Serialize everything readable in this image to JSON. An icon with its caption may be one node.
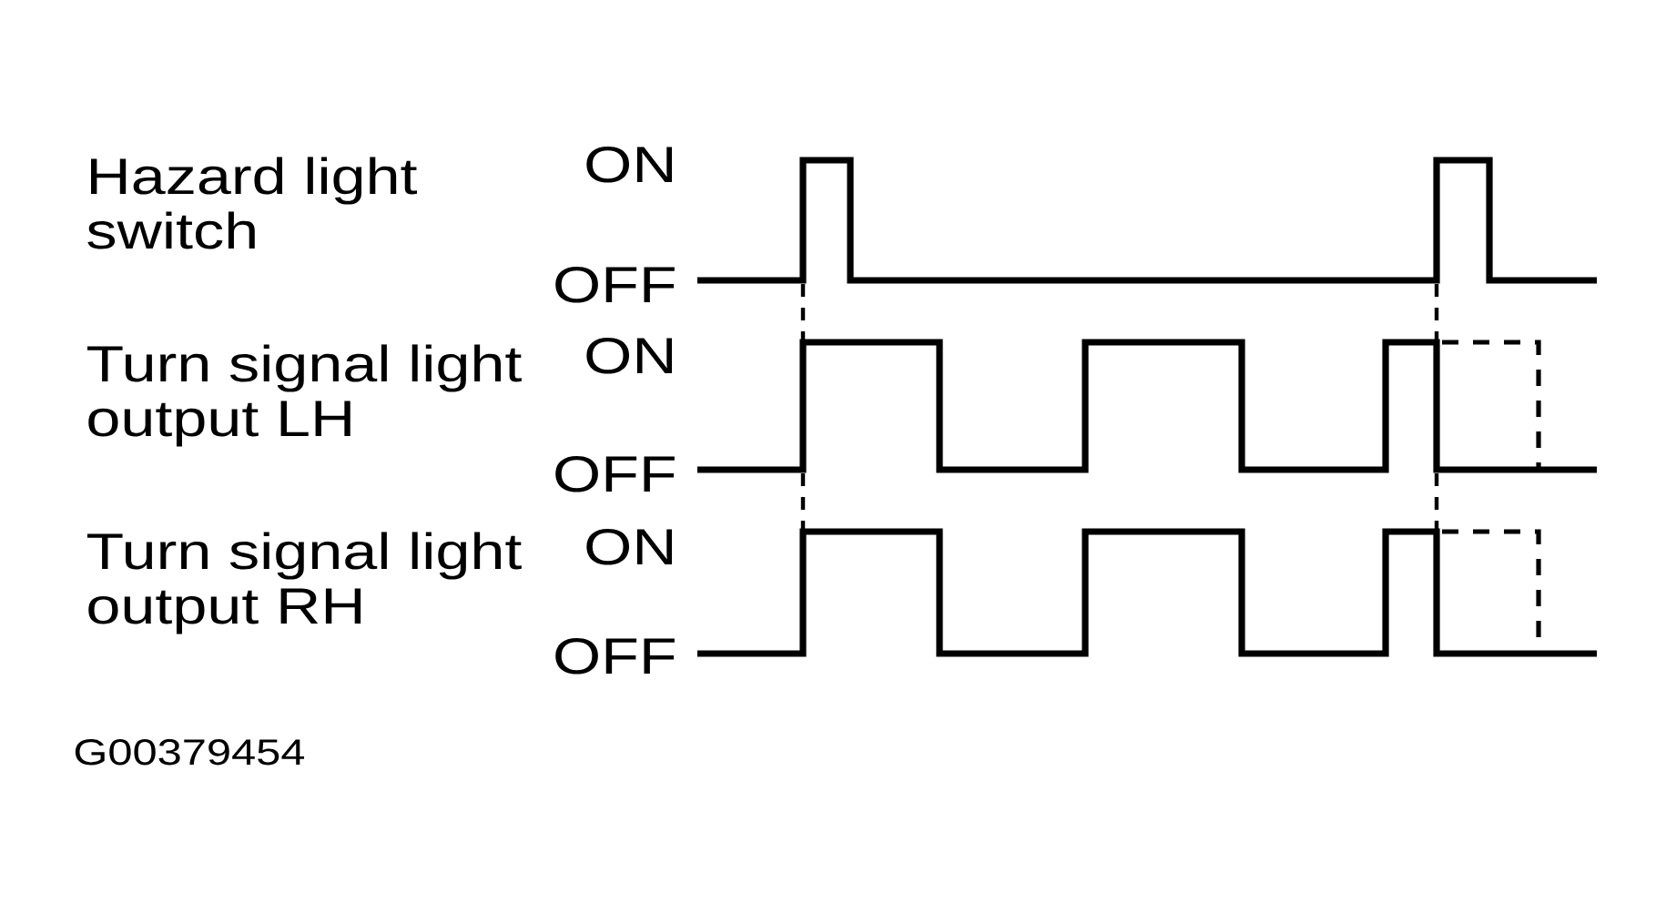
{
  "diagram": {
    "labels": [
      "ON",
      "Hazard light switch",
      "OFF",
      "ON",
      "Turn signal light output LH",
      "OFF",
      "ON",
      "Turn signal light output RH",
      "OFF",
      "G00379454"
    ]
  }
}
